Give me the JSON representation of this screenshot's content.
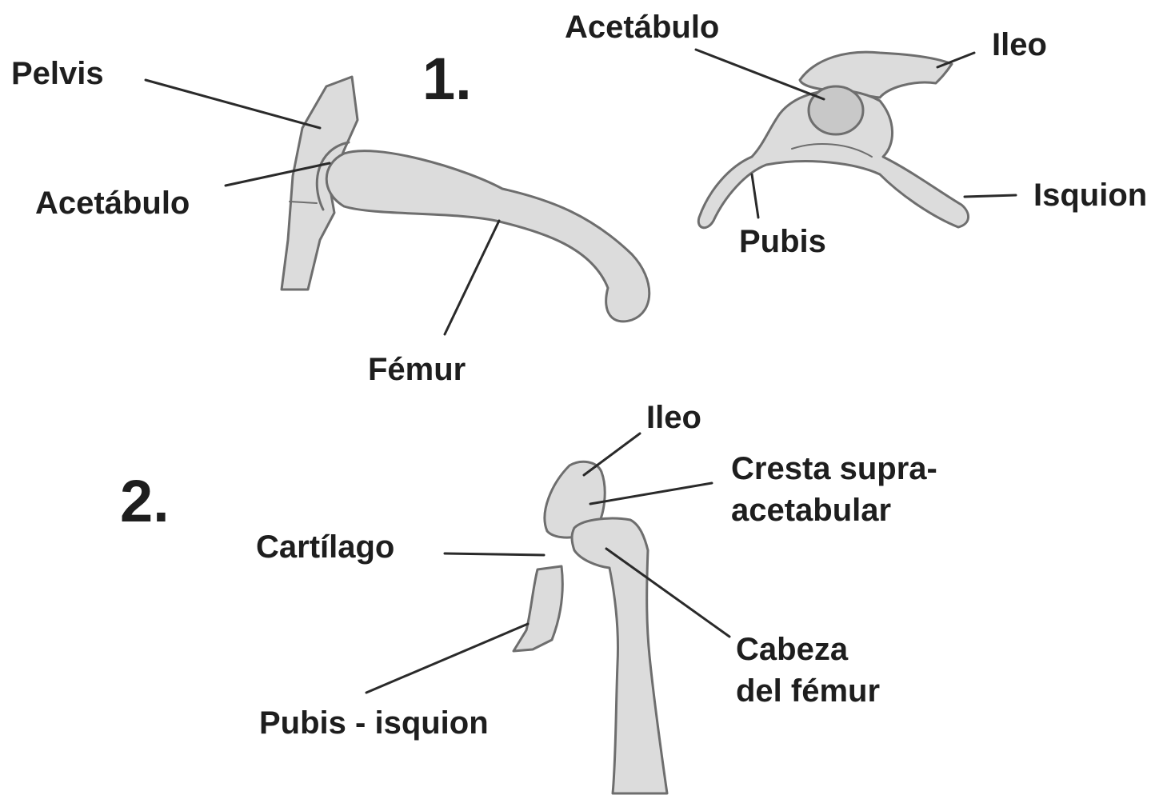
{
  "figure1": {
    "number": "1.",
    "lateral_view": {
      "pelvis": "Pelvis",
      "acetabulum": "Acetábulo",
      "femur": "Fémur"
    },
    "pelvis_view": {
      "acetabulum": "Acetábulo",
      "ilium": "Ileo",
      "ischium": "Isquion",
      "pubis": "Pubis"
    }
  },
  "figure2": {
    "number": "2.",
    "ilium": "Ileo",
    "supra_acetabular_crest": "Cresta supra-\nacetabular",
    "cartilage": "Cartílago",
    "femoral_head": "Cabeza\ndel fémur",
    "pubis_ischium": "Pubis - isquion"
  },
  "colors": {
    "bone_fill": "#dcdcdc",
    "bone_stroke": "#6e6e6e",
    "leader_line": "#2a2a2a",
    "text": "#1e1e1e",
    "background": "#ffffff"
  }
}
